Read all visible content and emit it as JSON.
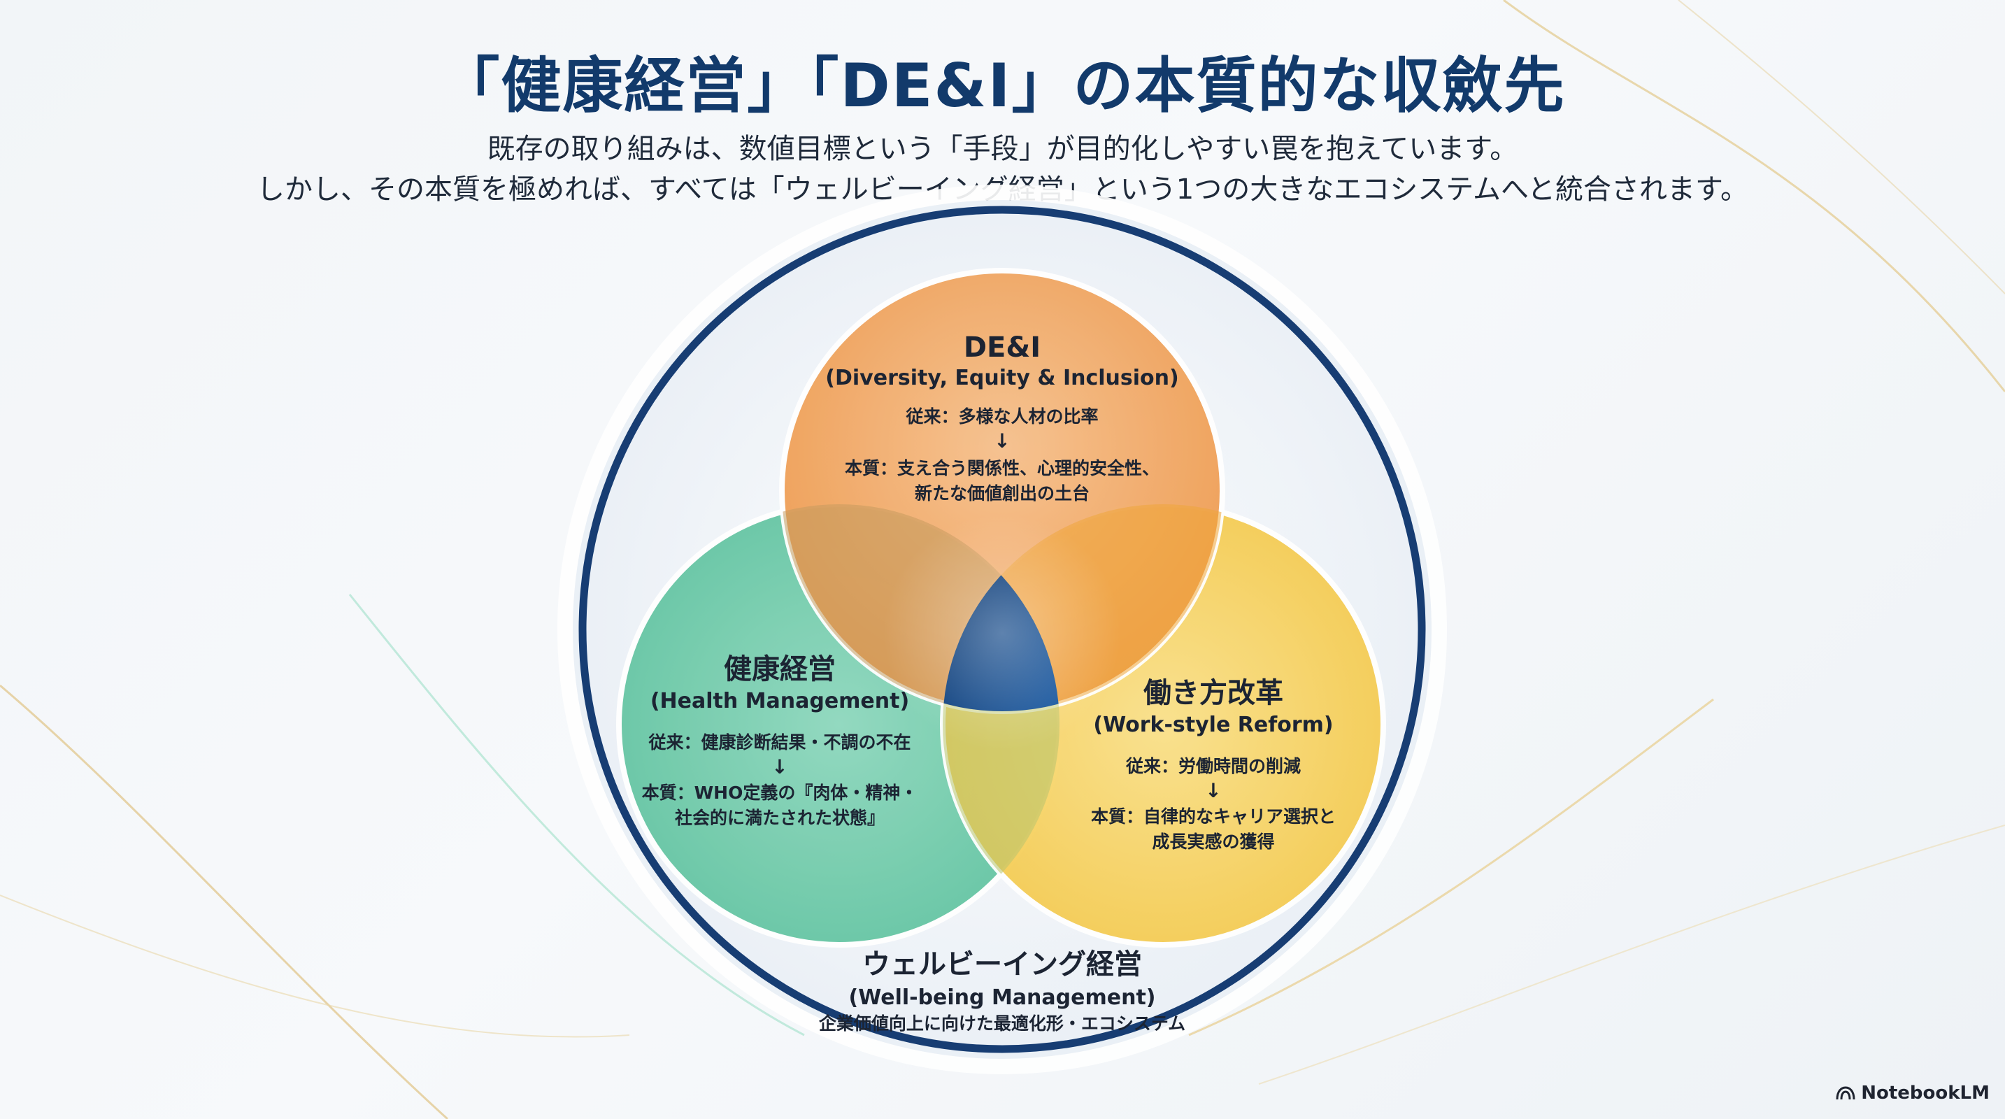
{
  "title": "「健康経営」「DE&I」の本質的な収斂先",
  "subtitle_line1": "既存の取り組みは、数値目標という「手段」が目的化しやすい罠を抱えています。",
  "subtitle_line2": "しかし、その本質を極めれば、すべては「ウェルビーイング経営」という1つの大きなエコシステムへと統合されます。",
  "circles": {
    "dei": {
      "title": "DE&I",
      "subtitle": "(Diversity, Equity & Inclusion)",
      "before": "従来：多様な人材の比率",
      "arrow": "↓",
      "essence_line1": "本質：支え合う関係性、心理的安全性、",
      "essence_line2": "新たな価値創出の土台",
      "color": "#f0a35a"
    },
    "health": {
      "title": "健康経営",
      "subtitle": "(Health Management)",
      "before": "従来：健康診断結果・不調の不在",
      "arrow": "↓",
      "essence_line1": "本質：WHO定義の『肉体・精神・",
      "essence_line2": "社会的に満たされた状態』",
      "color": "#6fcaa8"
    },
    "work": {
      "title": "働き方改革",
      "subtitle": "(Work-style Reform)",
      "before": "従来：労働時間の削減",
      "arrow": "↓",
      "essence_line1": "本質：自律的なキャリア選択と",
      "essence_line2": "成長実感の獲得",
      "color": "#f6d15c"
    }
  },
  "outer": {
    "title": "ウェルビーイング経営",
    "subtitle": "(Well-being Management)",
    "caption": "企業価値向上に向けた最適化形・エコシステム",
    "ring_color": "#173d73"
  },
  "center_color": "#0d4f95",
  "brand": "NotebookLM"
}
